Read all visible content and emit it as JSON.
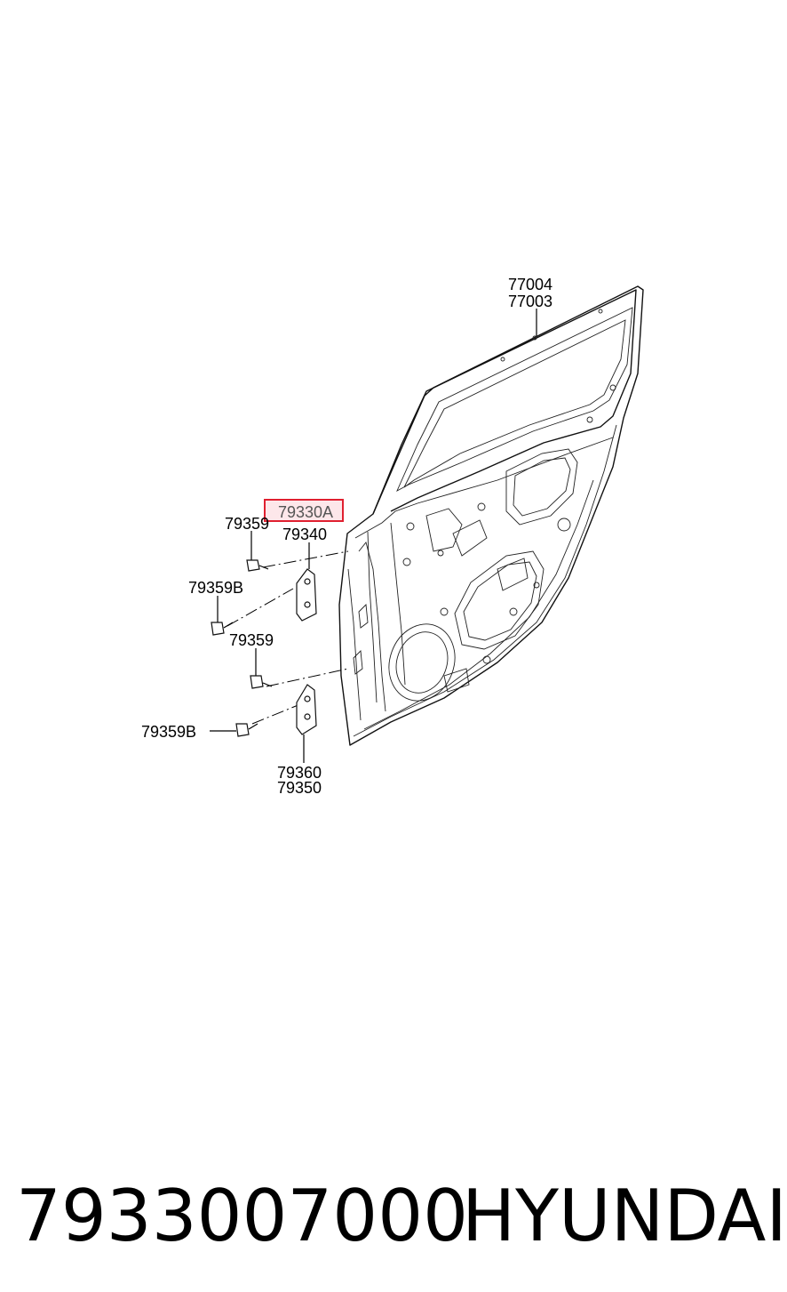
{
  "labels": {
    "door_upper": "77004",
    "door_lower": "77003",
    "hinge_assy": "79330A",
    "bolt_upper": "79359",
    "hinge_upper": "79340",
    "bolt_b_upper": "79359B",
    "bolt_mid": "79359",
    "bolt_b_lower": "79359B",
    "hinge_lower_1": "79360",
    "hinge_lower_2": "79350"
  },
  "footer": {
    "part_number": "7933007000",
    "brand": "HYUNDAI"
  },
  "highlight_color": "#e02030"
}
